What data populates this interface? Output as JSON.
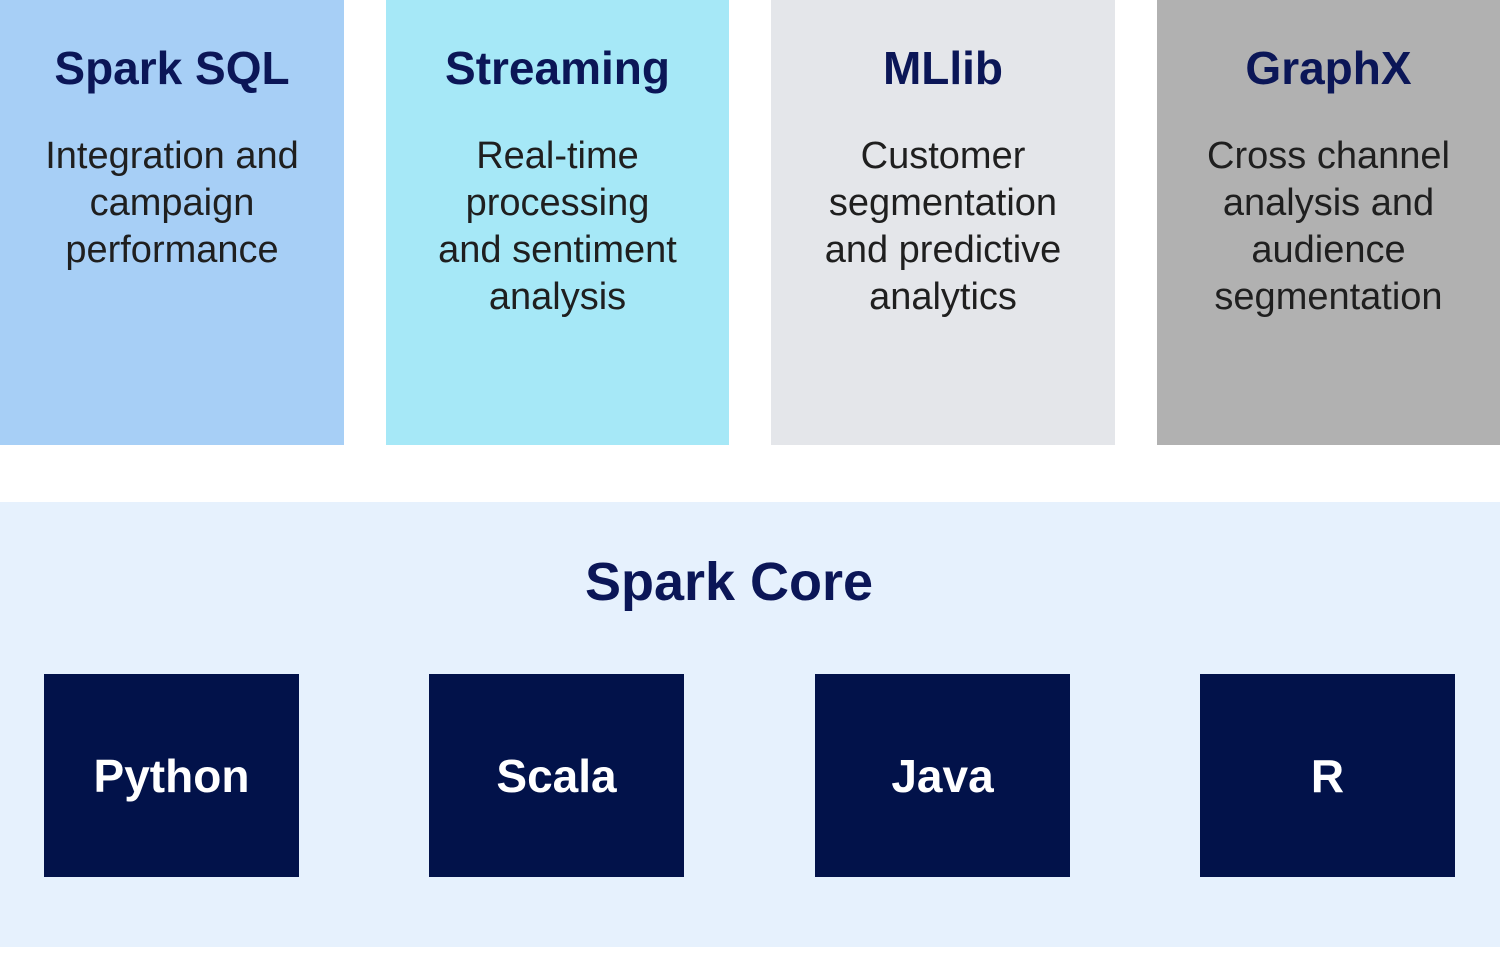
{
  "modules": [
    {
      "title": "Spark SQL",
      "description": "Integration and\ncampaign\nperformance"
    },
    {
      "title": "Streaming",
      "description": "Real-time\nprocessing\nand sentiment\nanalysis"
    },
    {
      "title": "MLlib",
      "description": "Customer\nsegmentation\nand predictive\nanalytics"
    },
    {
      "title": "GraphX",
      "description": "Cross channel\nanalysis and\naudience\nsegmentation"
    }
  ],
  "core": {
    "title": "Spark Core",
    "languages": [
      "Python",
      "Scala",
      "Java",
      "R"
    ]
  },
  "colors": {
    "navy": "#02124a",
    "title": "#0b1657",
    "sql": "#a7cff6",
    "streaming": "#a6e8f7",
    "mllib": "#e4e6ea",
    "graphx": "#b1b1b1",
    "core": "#e6f1fd"
  }
}
